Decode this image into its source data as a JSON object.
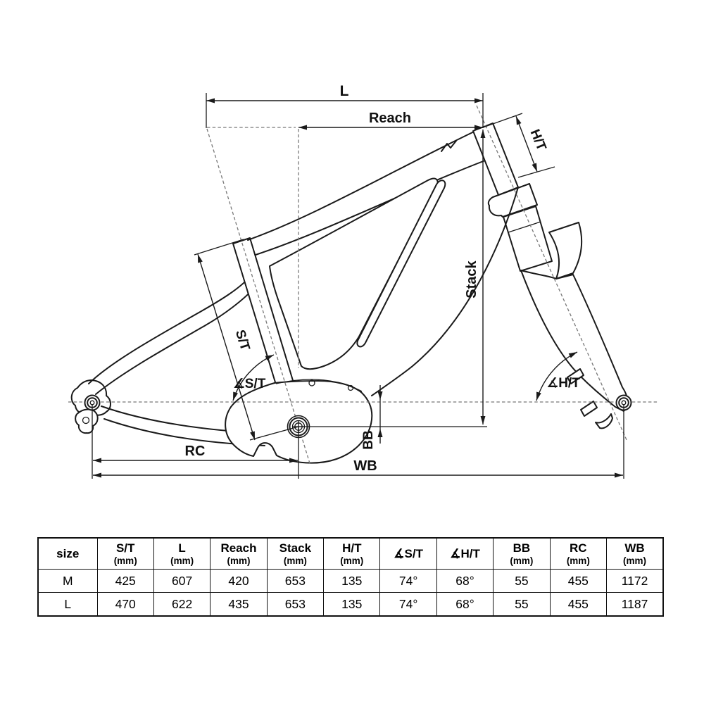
{
  "colors": {
    "ink": "#1a1a1a",
    "dash_gray": "#787878",
    "background": "#ffffff"
  },
  "diagram": {
    "labels": {
      "l": "L",
      "reach": "Reach",
      "ht": "H/T",
      "stack": "Stack",
      "st": "S/T",
      "angle_st": "∡S/T",
      "angle_ht": "∡H/T",
      "bb": "BB",
      "rc": "RC",
      "wb": "WB"
    }
  },
  "table": {
    "columns": [
      {
        "label": "size",
        "unit": ""
      },
      {
        "label": "S/T",
        "unit": "(mm)"
      },
      {
        "label": "L",
        "unit": "(mm)"
      },
      {
        "label": "Reach",
        "unit": "(mm)"
      },
      {
        "label": "Stack",
        "unit": "(mm)"
      },
      {
        "label": "H/T",
        "unit": "(mm)"
      },
      {
        "label": "∡S/T",
        "unit": ""
      },
      {
        "label": "∡H/T",
        "unit": ""
      },
      {
        "label": "BB",
        "unit": "(mm)"
      },
      {
        "label": "RC",
        "unit": "(mm)"
      },
      {
        "label": "WB",
        "unit": "(mm)"
      }
    ],
    "rows": [
      {
        "size": "M",
        "values": [
          "425",
          "607",
          "420",
          "653",
          "135",
          "74°",
          "68°",
          "55",
          "455",
          "1172"
        ]
      },
      {
        "size": "L",
        "values": [
          "470",
          "622",
          "435",
          "653",
          "135",
          "74°",
          "68°",
          "55",
          "455",
          "1187"
        ]
      }
    ]
  }
}
